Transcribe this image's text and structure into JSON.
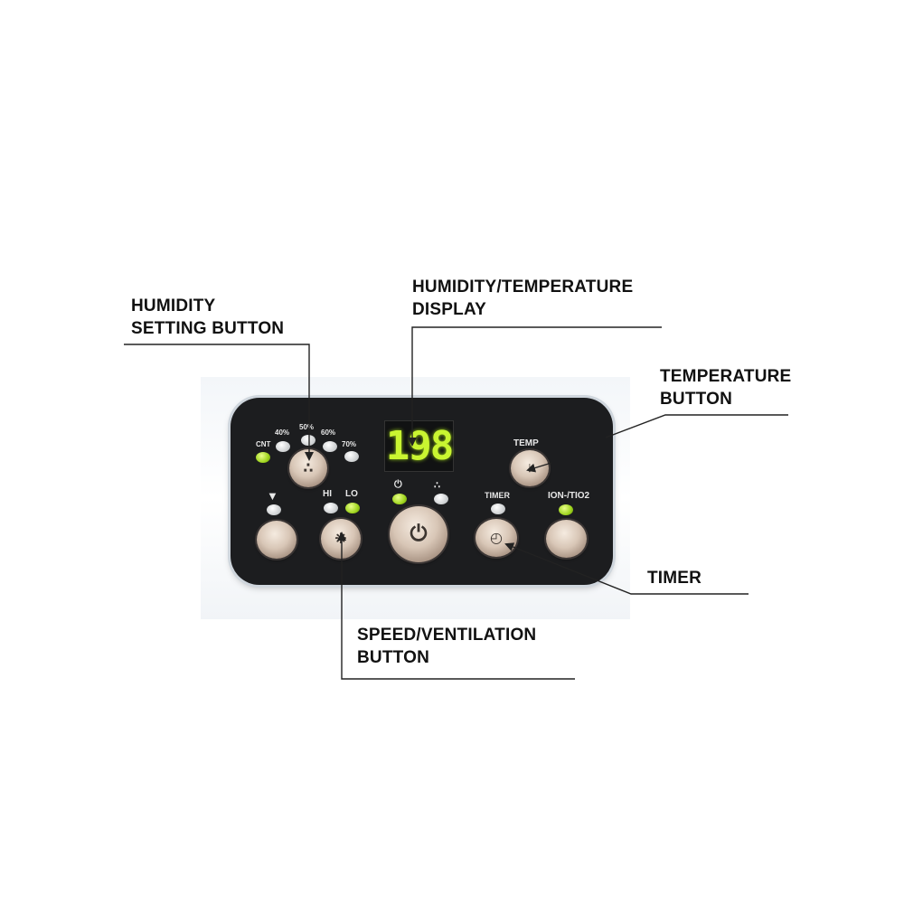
{
  "callouts": {
    "humidity_setting": [
      "HUMIDITY",
      "SETTING BUTTON"
    ],
    "display": [
      "HUMIDITY/TEMPERATURE",
      "DISPLAY"
    ],
    "temperature": [
      "TEMPERATURE",
      "BUTTON"
    ],
    "timer": [
      "TIMER"
    ],
    "speed": [
      "SPEED/VENTILATION",
      "BUTTON"
    ]
  },
  "panel": {
    "humidity_levels": [
      "CNT",
      "40%",
      "50%",
      "60%",
      "70%"
    ],
    "humidity_active": "CNT",
    "display_value": "198",
    "temp_label": "TEMP",
    "fan_hi_label": "HI",
    "fan_lo_label": "LO",
    "fan_active": "LO",
    "timer_label": "TIMER",
    "ion_label": "ION-/TIO2",
    "ion_active": true,
    "power_mode_active": "power"
  },
  "colors": {
    "panel": "#1c1d1f",
    "led_on": "#9fd41e",
    "display_digits": "#c9f531",
    "callout_text": "#111111",
    "leader_line": "#222222"
  }
}
